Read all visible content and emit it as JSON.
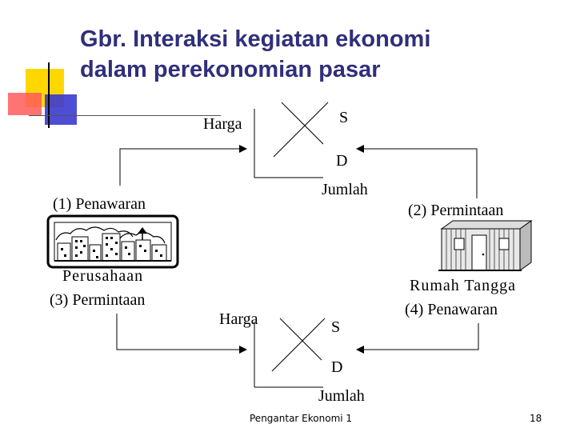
{
  "slide": {
    "title_line1": "Gbr. Interaksi kegiatan ekonomi",
    "title_line2": "dalam perekonomian pasar"
  },
  "top_market": {
    "price_label": "Harga",
    "supply_label": "S",
    "demand_label": "D",
    "quantity_label": "Jumlah"
  },
  "bottom_market": {
    "price_label": "Harga",
    "supply_label": "S",
    "demand_label": "D",
    "quantity_label": "Jumlah"
  },
  "firm": {
    "top_label": "(1) Penawaran",
    "name": "Perusahaan",
    "bottom_label": "(3) Permintaan",
    "icon": "factory-city-icon"
  },
  "household": {
    "top_label": "(2) Permintaan",
    "name": "Rumah Tangga",
    "bottom_label": "(4) Penawaran",
    "icon": "house-icon"
  },
  "footer": {
    "course": "Pengantar Ekonomi 1",
    "page_number": "18"
  },
  "colors": {
    "title": "#2f2f7a",
    "deco_yellow": "#ffd700",
    "deco_red": "#ff4040",
    "deco_blue": "#3a3ad0"
  }
}
